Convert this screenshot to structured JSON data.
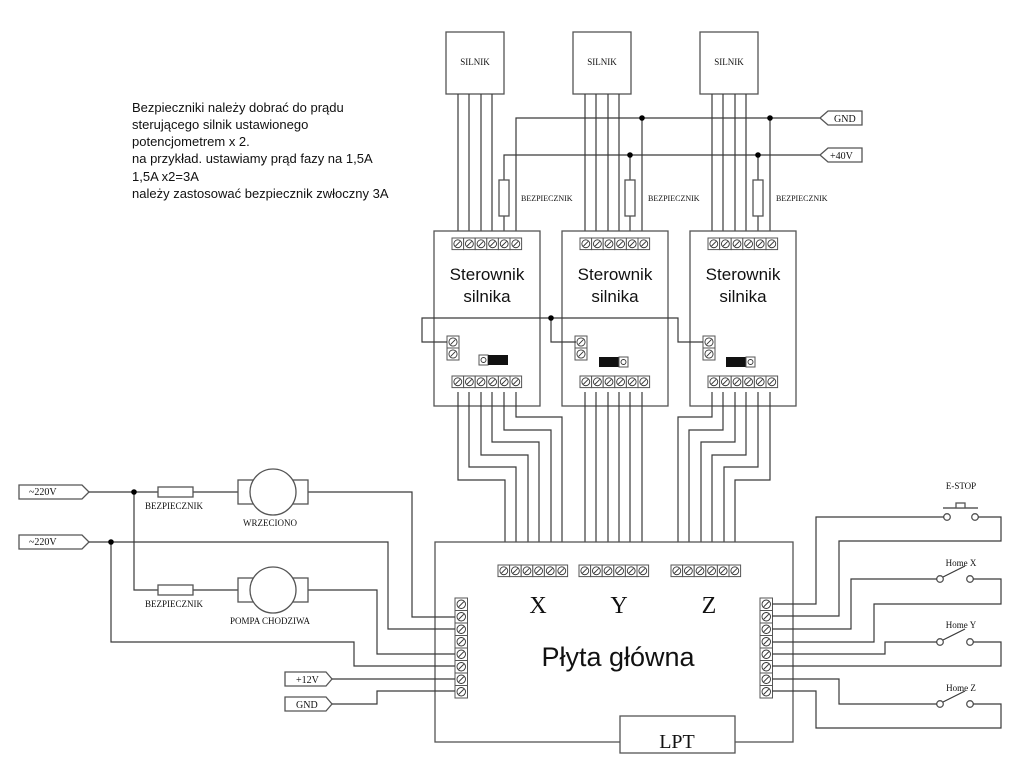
{
  "note": {
    "lines": [
      "Bezpieczniki należy dobrać do prądu",
      "sterującego silnik ustawionego",
      " potencjometrem x 2.",
      "na przykład. ustawiamy prąd fazy na 1,5A",
      "1,5A x2=3A",
      "należy zastosować bezpiecznik zwłoczny 3A"
    ]
  },
  "motors": [
    {
      "label": "SILNIK"
    },
    {
      "label": "SILNIK"
    },
    {
      "label": "SILNIK"
    }
  ],
  "drivers": [
    {
      "line1": "Sterownik",
      "line2": "silnika",
      "fuse": "BEZPIECZNIK"
    },
    {
      "line1": "Sterownik",
      "line2": "silnika",
      "fuse": "BEZPIECZNIK"
    },
    {
      "line1": "Sterownik",
      "line2": "silnika",
      "fuse": "BEZPIECZNIK"
    }
  ],
  "rails": {
    "gnd": "GND",
    "v40": "+40V"
  },
  "mains": {
    "in1": "~220V",
    "in2": "~220V",
    "fuse1": "BEZPIECZNIK",
    "fuse2": "BEZPIECZNIK",
    "spindle": "WRZECIONO",
    "pump": "POMPA CHODZIWA"
  },
  "power": {
    "v12": "+12V",
    "gnd": "GND"
  },
  "board": {
    "title": "Płyta główna",
    "axes": [
      "X",
      "Y",
      "Z"
    ],
    "port": "LPT"
  },
  "switches": {
    "estop": "E-STOP",
    "home_x": "Home X",
    "home_y": "Home Y",
    "home_z": "Home Z"
  }
}
